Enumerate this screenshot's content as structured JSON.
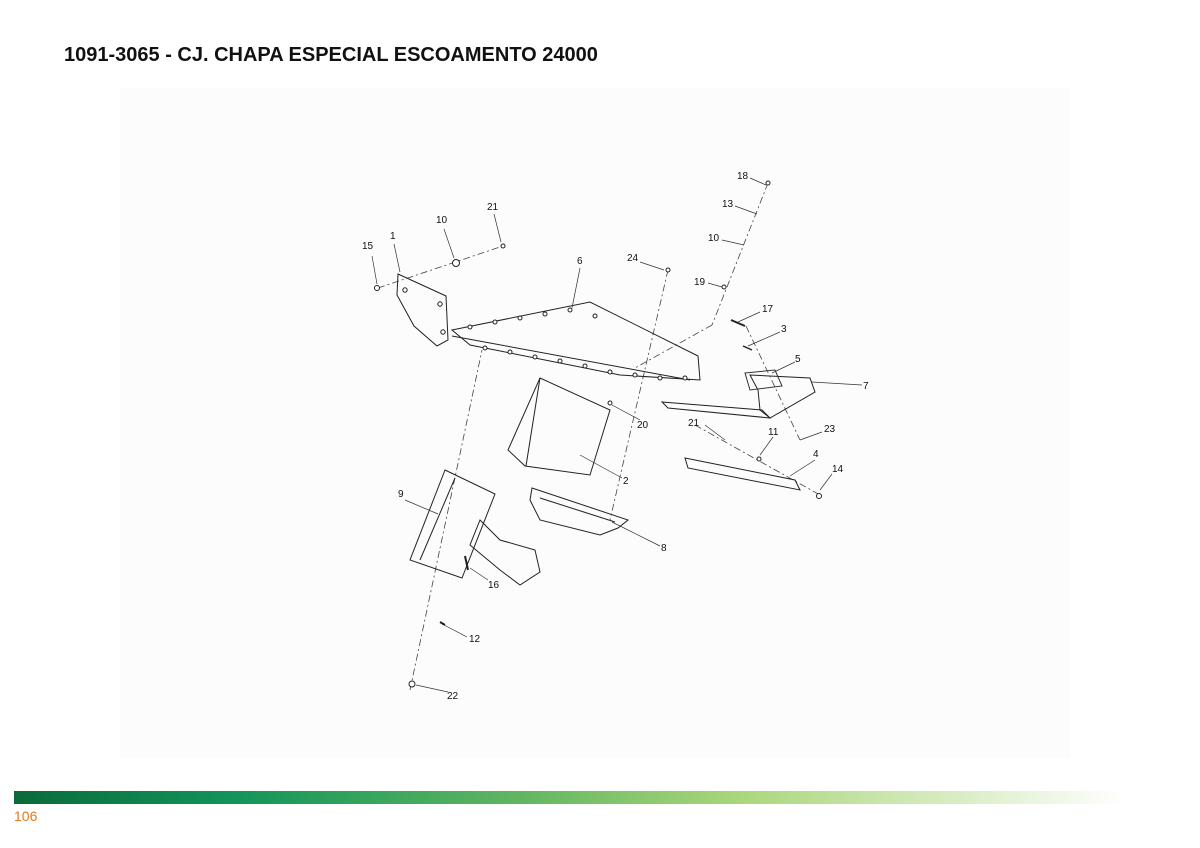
{
  "page": {
    "title": "1091-3065 - CJ. CHAPA ESPECIAL ESCOAMENTO 24000",
    "page_number": "106"
  },
  "diagram": {
    "callouts": [
      "1",
      "2",
      "3",
      "4",
      "5",
      "6",
      "7",
      "8",
      "9",
      "10",
      "10",
      "11",
      "12",
      "13",
      "14",
      "15",
      "16",
      "17",
      "18",
      "19",
      "20",
      "21",
      "21",
      "22",
      "23",
      "24"
    ]
  },
  "colors": {
    "footer_dark": "#0a6b3a",
    "footer_light": "#d9edc4",
    "page_number": "#e07a1f"
  }
}
